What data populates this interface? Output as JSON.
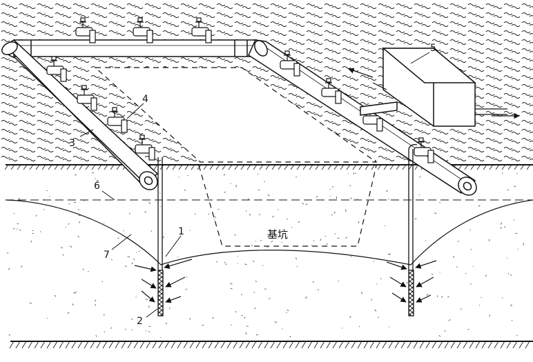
{
  "labels": {
    "pit": "基坑",
    "n1": "1",
    "n2": "2",
    "n3": "3",
    "n4": "4",
    "n5": "5",
    "n6": "6",
    "n7": "7"
  },
  "colors": {
    "ink": "#111111",
    "paper": "#ffffff",
    "speckle": "#555555"
  }
}
